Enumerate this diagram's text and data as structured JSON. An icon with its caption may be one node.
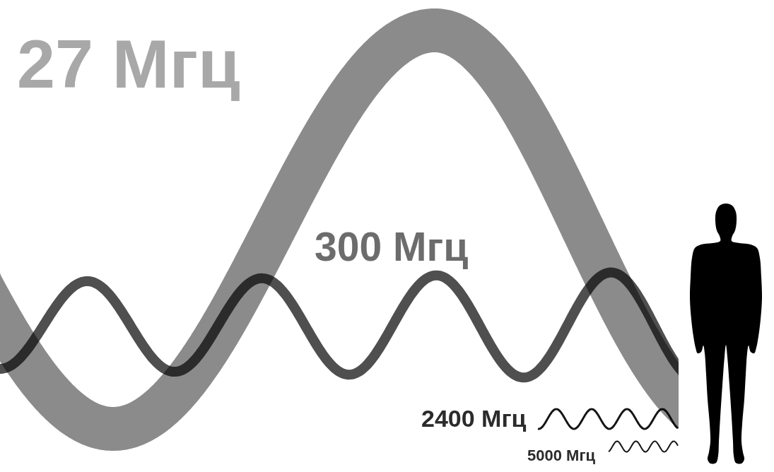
{
  "diagram": {
    "labels": [
      "27 Мгц",
      "300 Мгц",
      "2400 Мгц",
      "5000 Мгц"
    ]
  }
}
